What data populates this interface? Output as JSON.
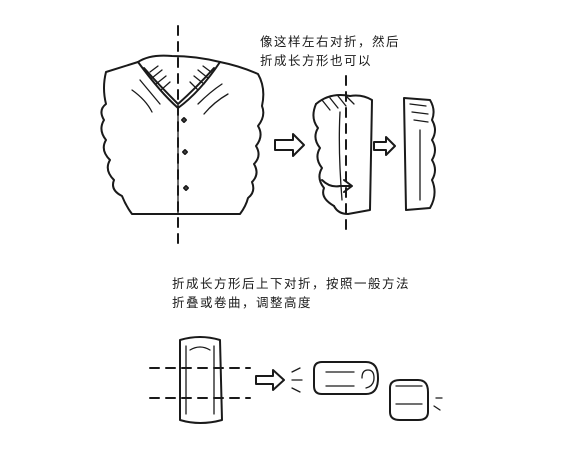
{
  "instructions": {
    "top_line1": "像这样左右对折，然后",
    "top_line2": "折成长方形也可以",
    "bottom_line1": "折成长方形后上下对折，按照一般方法",
    "bottom_line2": "折叠或卷曲，调整高度"
  },
  "icons": [
    "shirt-collar-front",
    "arrow-right",
    "folded-half-collar",
    "rectangle-fold",
    "roll",
    "small-bundle"
  ]
}
